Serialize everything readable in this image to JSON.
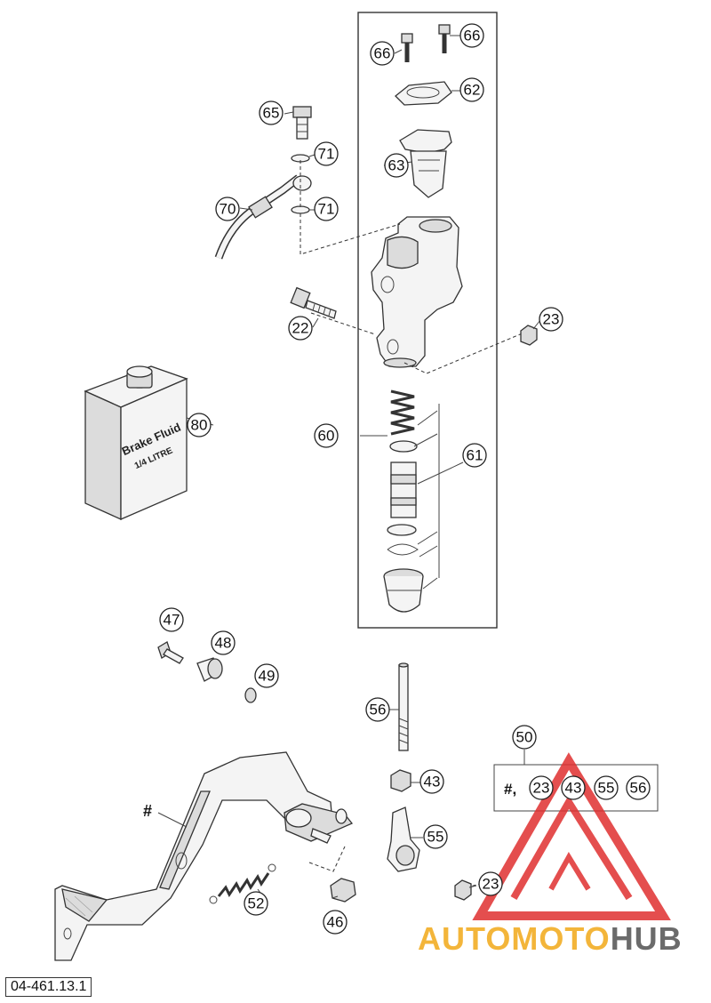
{
  "diagram_ref": "04-461.13.1",
  "logo": {
    "part1": "AUTO",
    "part2": "MOTO",
    "part3": "HUB"
  },
  "label_brake_fluid_line1": "Brake Fluid",
  "label_brake_fluid_line2": "1/4 LITRE",
  "callouts": {
    "c66a": "66",
    "c66b": "66",
    "c62": "62",
    "c65": "65",
    "c71a": "71",
    "c63": "63",
    "c70": "70",
    "c71b": "71",
    "c22": "22",
    "c23a": "23",
    "c80": "80",
    "c60": "60",
    "c61": "61",
    "c47": "47",
    "c48": "48",
    "c49": "49",
    "c56": "56",
    "c50": "50",
    "c43": "43",
    "c55": "55",
    "c52": "52",
    "c46": "46",
    "c23b": "23"
  },
  "kit": {
    "hash": "#,",
    "items": [
      "23",
      "43",
      "55",
      "56"
    ]
  },
  "pedal_hash": "#",
  "colors": {
    "watermark_red": "#e03030",
    "watermark_orange": "#f3b53a",
    "watermark_gray": "#6b6b6b"
  }
}
